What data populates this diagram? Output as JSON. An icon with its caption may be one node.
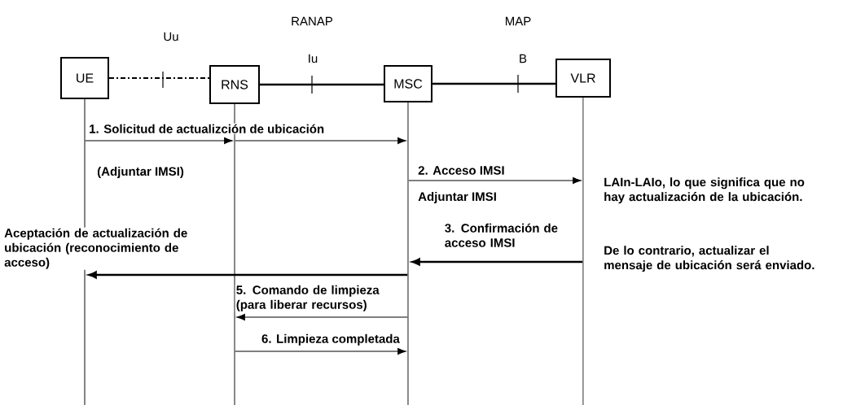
{
  "diagram": {
    "nodes": [
      {
        "text": [
          "UE"
        ]
      },
      {
        "text": [
          "RNS"
        ]
      },
      {
        "text": [
          "MSC"
        ]
      },
      {
        "text": [
          "VLR"
        ]
      },
      {
        "text": [],
        "shape": "line"
      },
      {
        "text": [],
        "shape": "line"
      },
      {
        "text": [],
        "shape": "line"
      },
      {
        "text": [],
        "shape": "line"
      }
    ],
    "edges": [
      {
        "from": 0,
        "to": 1,
        "arrow": "none",
        "style": "dashed"
      },
      {
        "from": 1,
        "to": 2,
        "arrow": "none",
        "style": "thick"
      },
      {
        "from": 2,
        "to": 3,
        "arrow": "none",
        "style": "thick"
      },
      {
        "from": 4,
        "to": 5,
        "arrow": "to",
        "label": "1. Solicitud de actualizción de ubicación"
      },
      {
        "from": 5,
        "to": 6,
        "arrow": "to"
      },
      {
        "from": 6,
        "to": 7,
        "arrow": "to",
        "label": "2. Acceso IMSI"
      },
      {
        "from": 7,
        "to": 6,
        "arrow": "to",
        "style": "thick",
        "label": "3. Confirmación de acceso IMSI"
      },
      {
        "from": 6,
        "to": 4,
        "arrow": "to",
        "style": "thick",
        "label": "Aceptación de actualización de ubicación (reconocimiento de acceso)"
      },
      {
        "from": 6,
        "to": 5,
        "arrow": "to",
        "label": "5. Comando de limpieza (para liberar recursos)"
      },
      {
        "from": 5,
        "to": 6,
        "arrow": "to",
        "label": "6. Limpieza completada"
      }
    ],
    "labels": [
      "RANAP",
      "MAP",
      "Uu",
      "Iu",
      "B",
      "(Adjuntar IMSI)",
      "Adjuntar IMSI",
      "LAIn-LAIo, lo que significa que no hay actualización de la ubicación.",
      "De lo contrario, actualizar el mensaje de ubicación será enviado."
    ]
  }
}
